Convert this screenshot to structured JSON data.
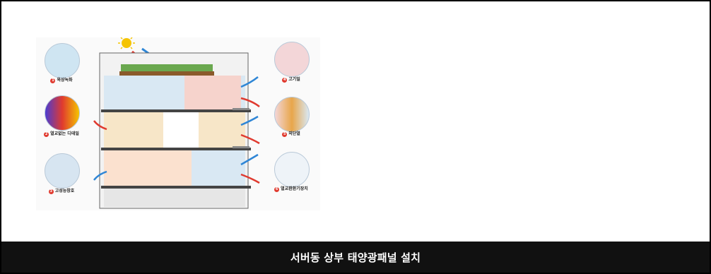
{
  "caption": "서버동 상부 태양광패널 설치",
  "diagram": {
    "left_labels": [
      {
        "num": "1",
        "text": "옥상녹화"
      },
      {
        "num": "2",
        "text": "열교없는 디테일"
      },
      {
        "num": "3",
        "text": "고성능창호"
      }
    ],
    "right_labels": [
      {
        "num": "4",
        "text": "고기밀"
      },
      {
        "num": "5",
        "text": "외단열"
      },
      {
        "num": "6",
        "text": "열교환환기장치"
      }
    ],
    "colors": {
      "warm_arrow": "#e03a2f",
      "cool_arrow": "#2f86d6",
      "sun": "#f5c400"
    }
  }
}
